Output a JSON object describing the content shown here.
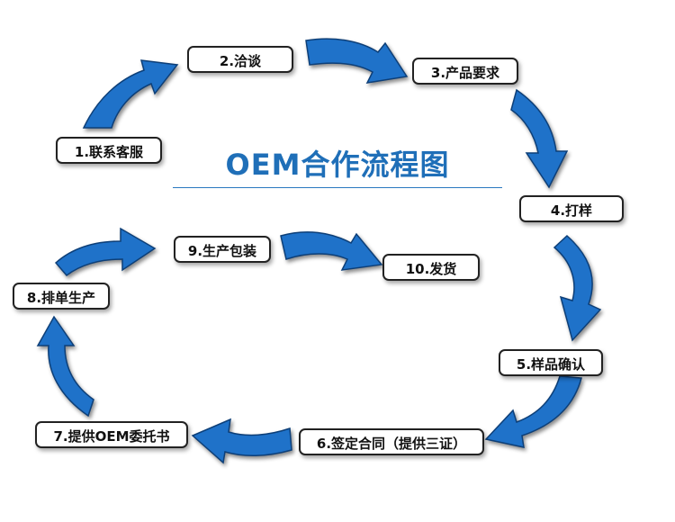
{
  "title": "OEM合作流程图",
  "steps": [
    {
      "label": "1.联系客服"
    },
    {
      "label": "2.洽谈"
    },
    {
      "label": "3.产品要求"
    },
    {
      "label": "4.打样"
    },
    {
      "label": "5.样品确认"
    },
    {
      "label": "6.签定合同（提供三证）"
    },
    {
      "label": "7.提供OEM委托书"
    },
    {
      "label": "8.排单生产"
    },
    {
      "label": "9.生产包装"
    },
    {
      "label": "10.发货"
    }
  ],
  "colors": {
    "arrow": "#1f72c9",
    "arrow_dark": "#0d3f78",
    "title": "#1f6fb8"
  }
}
